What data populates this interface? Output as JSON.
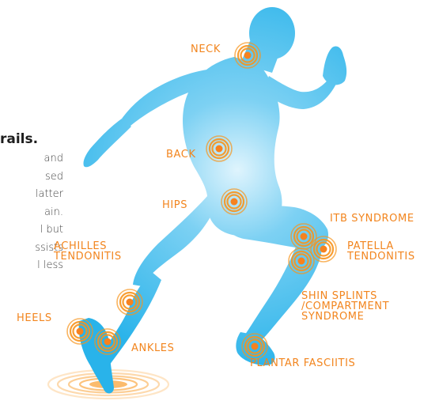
{
  "colors": {
    "label": "#F2851E",
    "body_light": "#DFF4FD",
    "body_mid": "#7DD1F3",
    "body_dark": "#29B3EA",
    "ring": "#F7941D",
    "ring_center": "#F58220",
    "ground": "#FBB45C"
  },
  "side_text": {
    "lead": "rails.",
    "lines": [
      "and",
      "sed",
      "latter",
      "ain.",
      "l but",
      "ssists",
      "l less"
    ]
  },
  "pain_points": [
    {
      "id": "neck",
      "lines": [
        "NECK"
      ]
    },
    {
      "id": "back",
      "lines": [
        "BACK"
      ]
    },
    {
      "id": "hips",
      "lines": [
        "HIPS"
      ]
    },
    {
      "id": "itb",
      "lines": [
        "ITB SYNDROME"
      ]
    },
    {
      "id": "patella",
      "lines": [
        "PATELLA",
        "TENDONITIS"
      ]
    },
    {
      "id": "achilles",
      "lines": [
        "ACHILLES",
        "TENDONITIS"
      ]
    },
    {
      "id": "shin",
      "lines": [
        "SHIN SPLINTS",
        "/COMPARTMENT",
        "SYNDROME"
      ]
    },
    {
      "id": "heels",
      "lines": [
        "HEELS"
      ]
    },
    {
      "id": "ankles",
      "lines": [
        "ANKLES"
      ]
    },
    {
      "id": "plantar",
      "lines": [
        "PLANTAR FASCIITIS"
      ]
    }
  ]
}
